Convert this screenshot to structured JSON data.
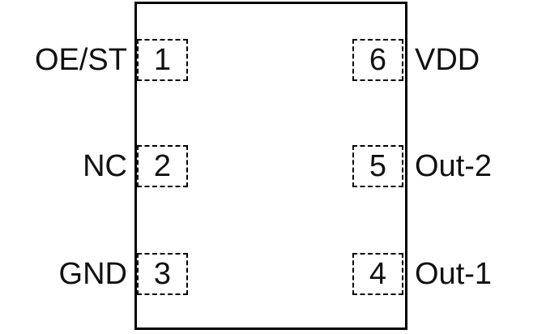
{
  "pinout": {
    "rows": [
      {
        "left": {
          "number": "1",
          "label": "OE/ST"
        },
        "right": {
          "number": "6",
          "label": "VDD"
        }
      },
      {
        "left": {
          "number": "2",
          "label": "NC"
        },
        "right": {
          "number": "5",
          "label": "Out-2"
        }
      },
      {
        "left": {
          "number": "3",
          "label": "GND"
        },
        "right": {
          "number": "4",
          "label": "Out-1"
        }
      }
    ],
    "colors": {
      "outline": "#000000",
      "pin_box_border": "#000000",
      "text": "#111111",
      "background": "#ffffff"
    }
  }
}
